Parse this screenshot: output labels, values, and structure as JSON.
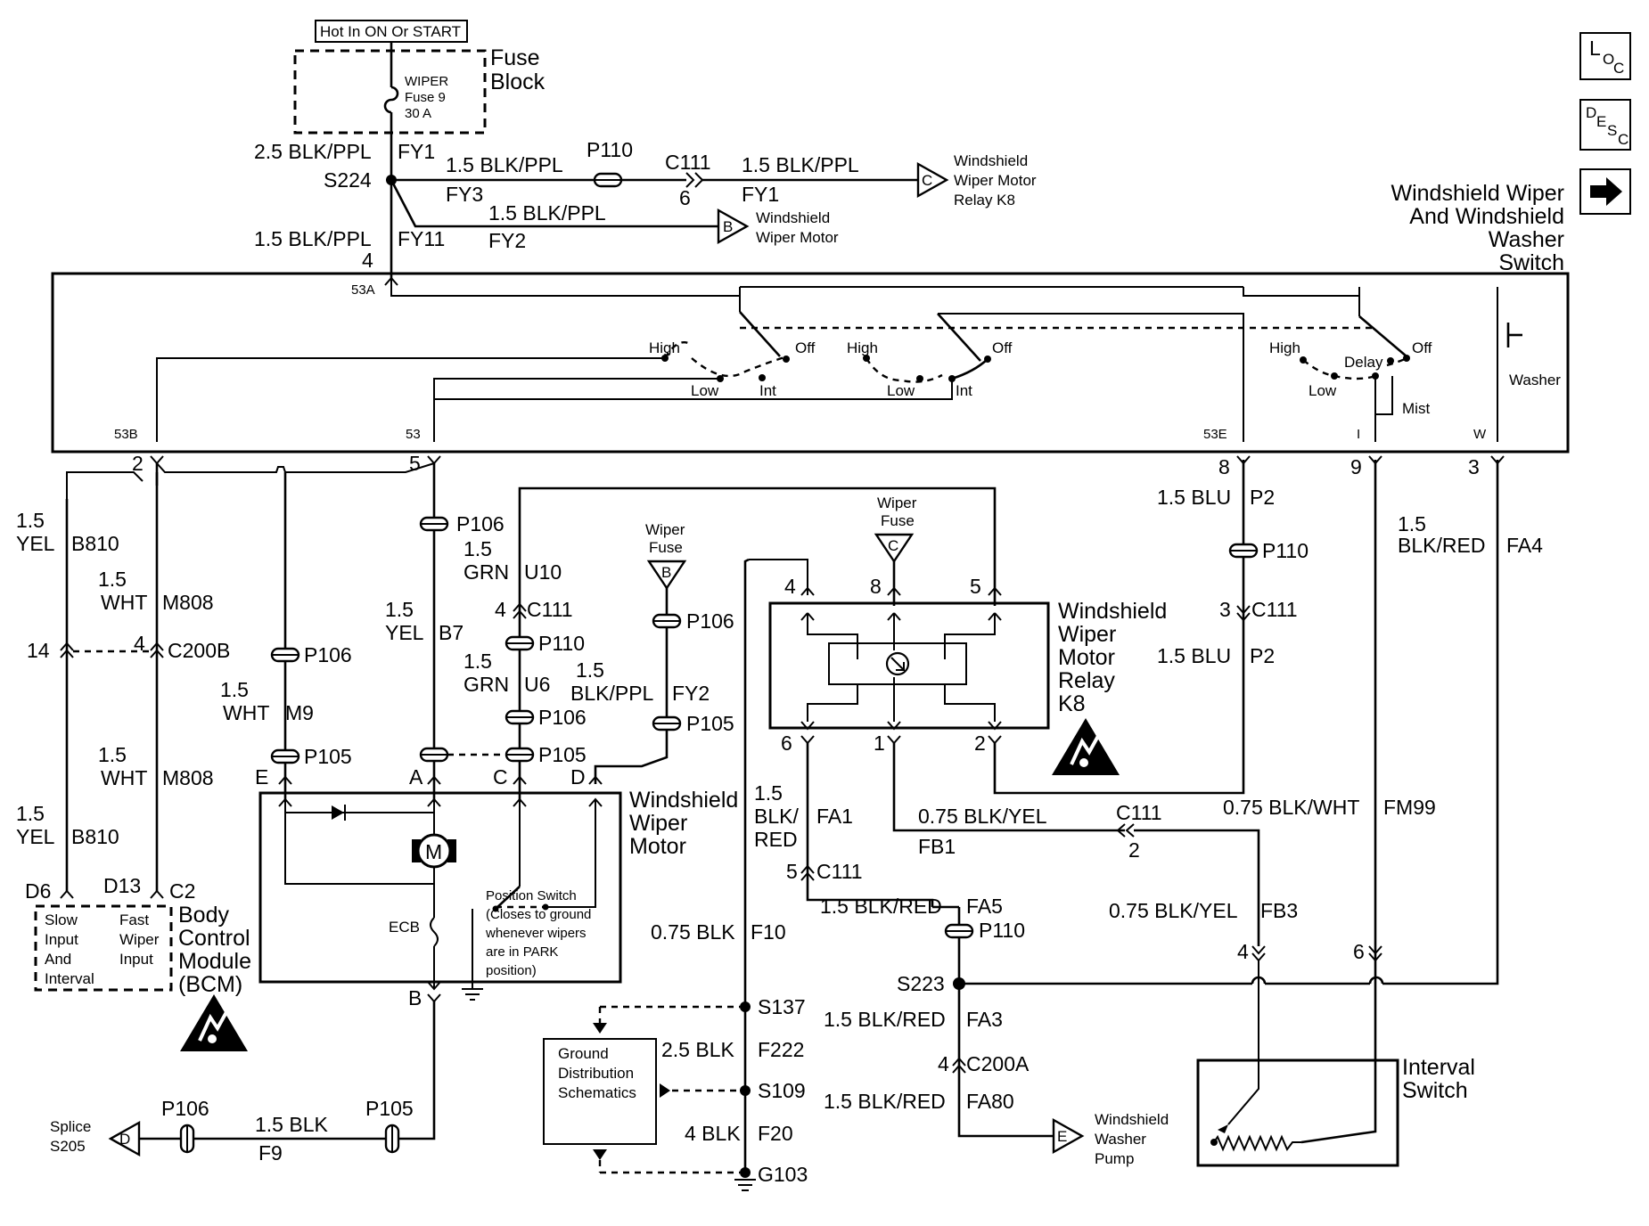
{
  "fuse_block": {
    "hot_label": "Hot In ON Or START",
    "title_line1": "Fuse",
    "title_line2": "Block",
    "fuse_line1": "WIPER",
    "fuse_line2": "Fuse 9",
    "fuse_line3": "30 A"
  },
  "icons": {
    "loc": "L",
    "loc_sub1": "O",
    "loc_sub2": "C",
    "desc": "D",
    "desc_sub1": "E",
    "desc_sub2": "S",
    "desc_sub3": "C"
  },
  "switch": {
    "title_line1": "Windshield Wiper",
    "title_line2": "And Windshield",
    "title_line3": "Washer",
    "title_line4": "Switch",
    "t53a": "53A",
    "t53b": "53B",
    "t53": "53",
    "t53e": "53E",
    "ti": "I",
    "tw": "W",
    "high1": "High",
    "low1": "Low",
    "int1": "Int",
    "off1": "Off",
    "high2": "High",
    "low2": "Low",
    "int2": "Int",
    "off2": "Off",
    "high3": "High",
    "low3": "Low",
    "delay3": "Delay",
    "off3": "Off",
    "mist3": "Mist",
    "washer": "Washer",
    "pin2": "2",
    "pin5": "5",
    "pin8": "8",
    "pin9": "9",
    "pin3": "3"
  },
  "top_wires": {
    "w1": "2.5 BLK/PPL",
    "c1": "FY1",
    "s224": "S224",
    "w2": "1.5 BLK/PPL",
    "c2": "FY3",
    "p110": "P110",
    "c111": "C111",
    "c111pin": "6",
    "w3": "1.5 BLK/PPL",
    "c3": "FY1",
    "relay_ref_line1": "Windshield",
    "relay_ref_line2": "Wiper Motor",
    "relay_ref_line3": "Relay K8",
    "ref_c": "C",
    "w4": "1.5 BLK/PPL",
    "c4": "FY2",
    "motor_ref_line1": "Windshield",
    "motor_ref_line2": "Wiper Motor",
    "ref_b": "B",
    "w5": "1.5 BLK/PPL",
    "c5": "FY11",
    "pin4": "4"
  },
  "left": {
    "yel1_a": "1.5",
    "yel1_b": "YEL",
    "yel1_c": "B810",
    "wht1_a": "1.5",
    "wht1_b": "WHT",
    "wht1_c": "M808",
    "pin14": "14",
    "pin4": "4",
    "c200b": "C200B",
    "p106": "P106",
    "wht9_a": "1.5",
    "wht9_b": "WHT",
    "wht9_c": "M9",
    "p105": "P105",
    "wht2_a": "1.5",
    "wht2_b": "WHT",
    "wht2_c": "M808",
    "yel2_a": "1.5",
    "yel2_b": "YEL",
    "yel2_c": "B810",
    "d6": "D6",
    "d13": "D13",
    "c2": "C2",
    "bcm_in1_1": "Slow",
    "bcm_in1_2": "Input",
    "bcm_in1_3": "And",
    "bcm_in1_4": "Interval",
    "bcm_in2_1": "Fast",
    "bcm_in2_2": "Wiper",
    "bcm_in2_3": "Input",
    "bcm_line1": "Body",
    "bcm_line2": "Control",
    "bcm_line3": "Module",
    "bcm_line4": "(BCM)"
  },
  "motor": {
    "p106": "P106",
    "yel_a": "1.5",
    "yel_b": "YEL",
    "yel_c": "B7",
    "grn10_a": "1.5",
    "grn10_b": "GRN",
    "grn10_c": "U10",
    "c111pin": "4",
    "c111": "C111",
    "p110": "P110",
    "grn6_a": "1.5",
    "grn6_b": "GRN",
    "grn6_c": "U6",
    "p106b": "P106",
    "p105": "P105",
    "wiper_fuse_1": "Wiper",
    "wiper_fuse_2": "Fuse",
    "ref_b": "B",
    "p106c": "P106",
    "fy2_a": "1.5",
    "fy2_b": "BLK/PPL",
    "fy2_c": "FY2",
    "p105c": "P105",
    "pe": "E",
    "pa": "A",
    "pc": "C",
    "pd": "D",
    "pb": "B",
    "m": "M",
    "ecb": "ECB",
    "pos_1": "Position Switch",
    "pos_2": "(Closes to ground",
    "pos_3": "whenever wipers",
    "pos_4": "are in PARK",
    "pos_5": "position)",
    "title1": "Windshield",
    "title2": "Wiper",
    "title3": "Motor"
  },
  "bottom_left": {
    "splice_1": "Splice",
    "splice_2": "S205",
    "ref_d": "D",
    "p106": "P106",
    "p105": "P105",
    "w": "1.5 BLK",
    "c": "F9"
  },
  "relay": {
    "wiper_fuse_1": "Wiper",
    "wiper_fuse_2": "Fuse",
    "ref_c": "C",
    "pin4": "4",
    "pin8": "8",
    "pin5": "5",
    "pin6": "6",
    "pin1": "1",
    "pin2": "2",
    "title1": "Windshield",
    "title2": "Wiper",
    "title3": "Motor",
    "title4": "Relay",
    "title5": "K8"
  },
  "center": {
    "fa1_a": "1.5",
    "fa1_b": "BLK/",
    "fa1_c": "RED",
    "fa1_d": "FA1",
    "c111pin": "5",
    "c111": "C111",
    "fa5_w": "1.5 BLK/RED",
    "fa5_c": "FA5",
    "p110": "P110",
    "f10_w": "0.75 BLK",
    "f10_c": "F10",
    "s137": "S137",
    "gnd_1": "Ground",
    "gnd_2": "Distribution",
    "gnd_3": "Schematics",
    "f222_w": "2.5 BLK",
    "f222_c": "F222",
    "s109": "S109",
    "f20_w": "4 BLK",
    "f20_c": "F20",
    "g103": "G103",
    "s223": "S223",
    "fa3_w": "1.5 BLK/RED",
    "fa3_c": "FA3",
    "c200apin": "4",
    "c200a": "C200A",
    "fa80_w": "1.5 BLK/RED",
    "fa80_c": "FA80",
    "pump_1": "Windshield",
    "pump_2": "Washer",
    "pump_3": "Pump",
    "ref_e": "E",
    "fb1_w": "0.75 BLK/YEL",
    "fb1_c": "FB1",
    "c111b": "C111",
    "c111bpin": "2"
  },
  "right": {
    "p2_w": "1.5 BLU",
    "p2_c": "P2",
    "p110": "P110",
    "c111pin": "3",
    "c111": "C111",
    "p2b_w": "1.5 BLU",
    "p2b_c": "P2",
    "fa4_a": "1.5",
    "fa4_b": "BLK/RED",
    "fa4_c": "FA4",
    "fm99_w": "0.75 BLK/WHT",
    "fm99_c": "FM99",
    "fb3_w": "0.75 BLK/YEL",
    "fb3_c": "FB3",
    "pin4": "4",
    "pin6": "6",
    "interval_1": "Interval",
    "interval_2": "Switch"
  }
}
